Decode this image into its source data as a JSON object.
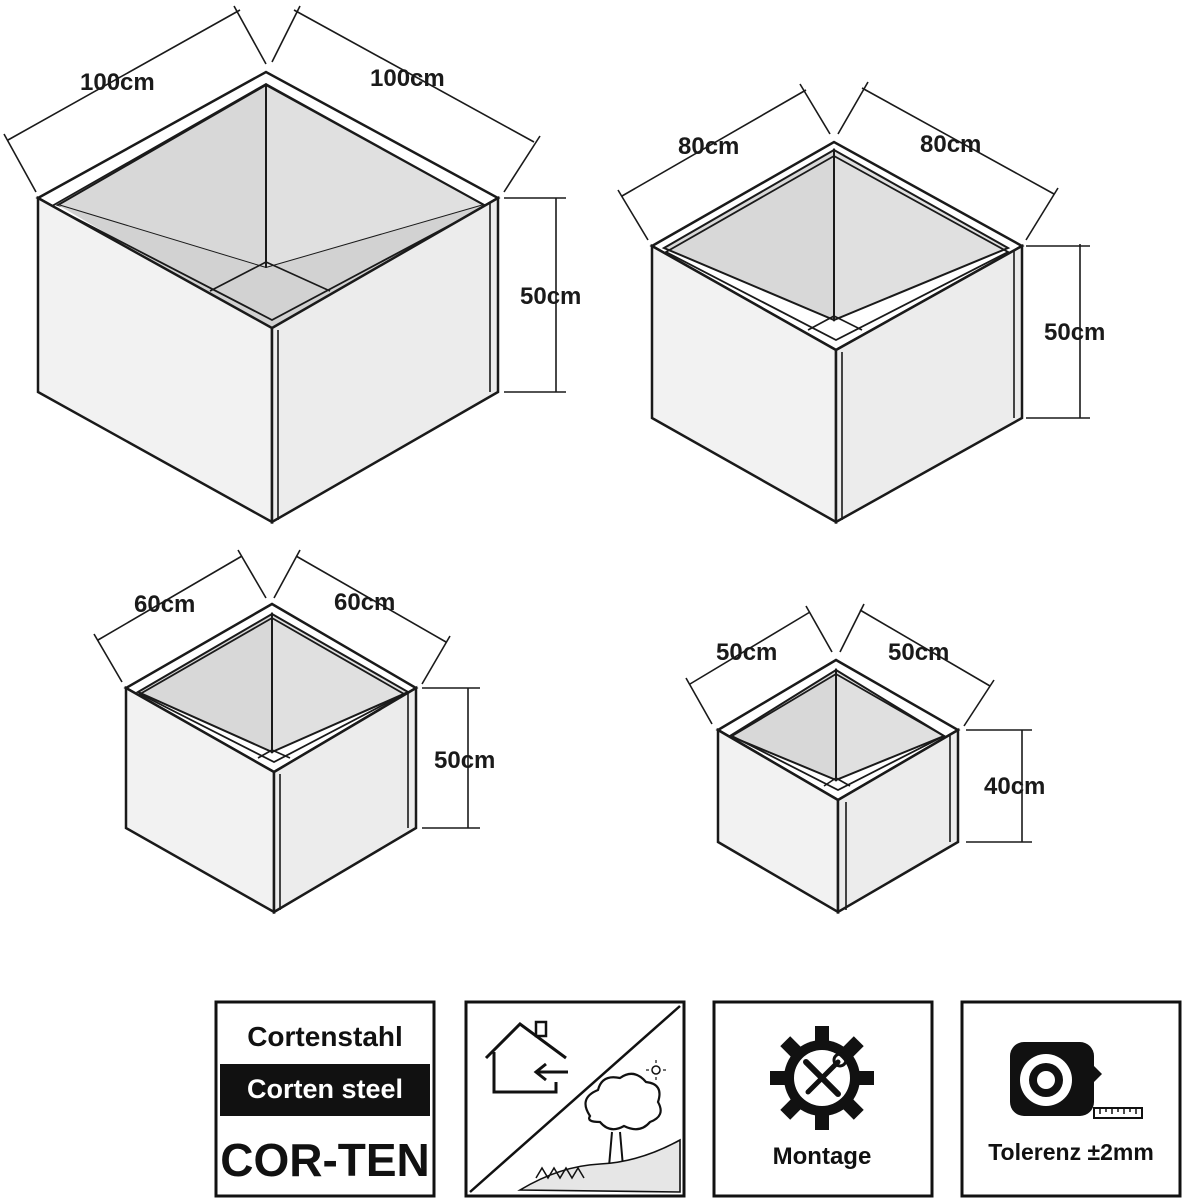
{
  "planters": [
    {
      "id": "box-100",
      "width_label": "100cm",
      "depth_label": "100cm",
      "height_label": "50cm"
    },
    {
      "id": "box-80",
      "width_label": "80cm",
      "depth_label": "80cm",
      "height_label": "50cm"
    },
    {
      "id": "box-60",
      "width_label": "60cm",
      "depth_label": "60cm",
      "height_label": "50cm"
    },
    {
      "id": "box-50",
      "width_label": "50cm",
      "depth_label": "50cm",
      "height_label": "40cm"
    }
  ],
  "badges": {
    "material": {
      "line1": "Cortenstahl",
      "line2": "Corten steel",
      "line3": "COR-TEN"
    },
    "indoor_outdoor": {
      "icon_top": "house-arrow-icon",
      "icon_bottom": "garden-tree-icon"
    },
    "assembly": {
      "label": "Montage",
      "icon": "gear-tools-icon"
    },
    "tolerance": {
      "label": "Tolerenz ±2mm",
      "icon": "tape-measure-icon"
    }
  },
  "colors": {
    "wall_front": "#f3f3f3",
    "wall_side": "#e9e9e9",
    "interior": "#d9d9d9",
    "floor": "#e4e4e4",
    "line": "#1a1a1a"
  }
}
